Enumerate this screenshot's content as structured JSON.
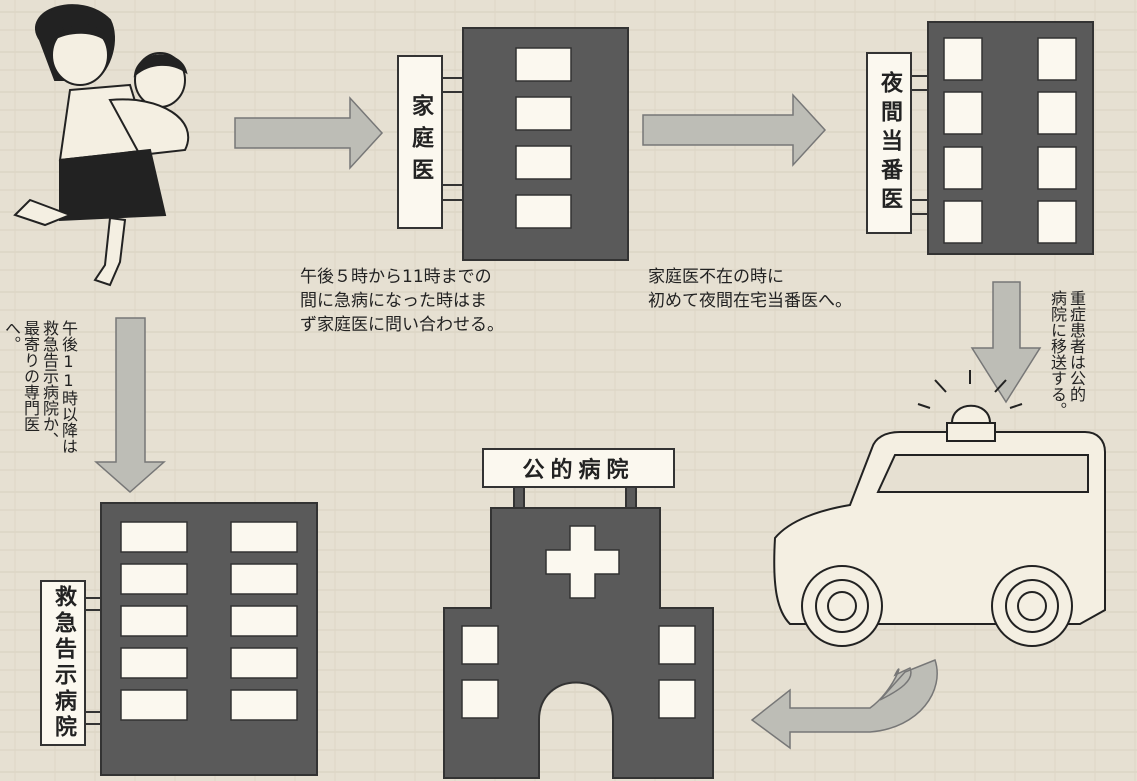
{
  "nodes": {
    "family_doctor": "家庭医",
    "night_doctor": "夜間当番医",
    "emergency_hospital": "救急告示病院",
    "public_hospital": "公的病院"
  },
  "notes": {
    "evening": "午後５時から11時までの\n間に急病になった時はま\nず家庭医に問い合わせる。",
    "absent": "家庭医不在の時に\n初めて夜間在宅当番医へ。",
    "late_night": "午後11時以降は\n救急告示病院か、\n最寄りの専門医\nへ。",
    "serious": "重症患者は公的\n病院に移送する。"
  },
  "colors": {
    "building": "#5a5a5a",
    "arrow": "#bdbdb6",
    "window": "#fbf8ef"
  }
}
